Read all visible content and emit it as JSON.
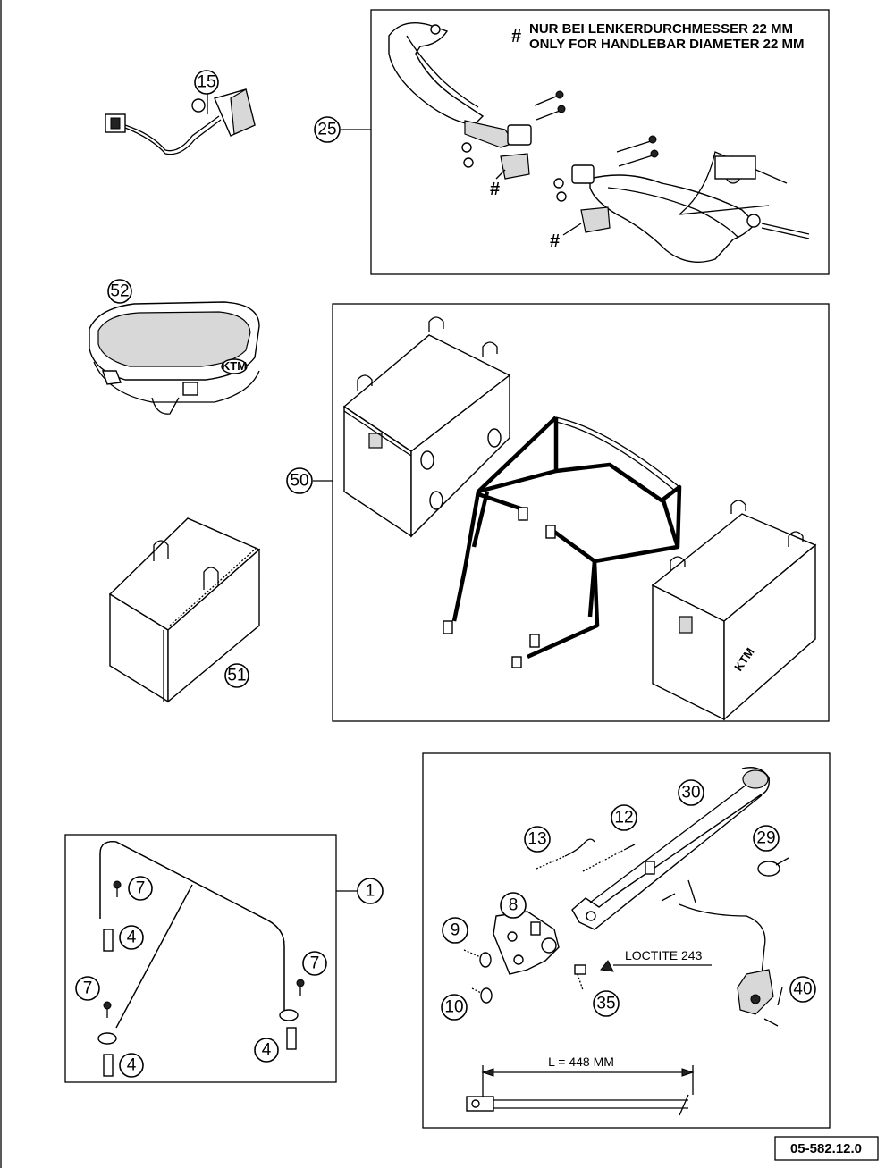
{
  "callouts": {
    "c15": "15",
    "c25": "25",
    "c52": "52",
    "c50": "50",
    "c51": "51",
    "c1": "1",
    "c7a": "7",
    "c4a": "4",
    "c7b": "7",
    "c7c": "7",
    "c4b": "4",
    "c4c": "4",
    "c30": "30",
    "c12": "12",
    "c13": "13",
    "c29": "29",
    "c8": "8",
    "c9": "9",
    "c10": "10",
    "c35": "35",
    "c40": "40"
  },
  "notes": {
    "hash_symbol": "#",
    "handlebar_de": "NUR BEI LENKERDURCHMESSER 22 MM",
    "handlebar_en": "ONLY FOR HANDLEBAR DIAMETER 22 MM",
    "loctite": "LOCTITE 243",
    "length": "L = 448 MM"
  },
  "drawing_ref": "05-582.12.0",
  "brand_logo": "KTM"
}
